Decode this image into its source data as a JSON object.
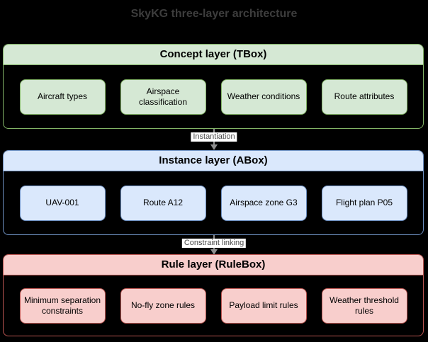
{
  "title": "SkyKG three-layer architecture",
  "layers": [
    {
      "name": "concept",
      "header": "Concept layer (TBox)",
      "fill": "#d5e8d4",
      "stroke": "#82b366",
      "boxes": [
        "Aircraft types",
        "Airspace classification",
        "Weather conditions",
        "Route attributes"
      ]
    },
    {
      "name": "instance",
      "header": "Instance layer (ABox)",
      "fill": "#dae8fc",
      "stroke": "#6c8ebf",
      "boxes": [
        "UAV-001",
        "Route A12",
        "Airspace zone G3",
        "Flight plan P05"
      ]
    },
    {
      "name": "rule",
      "header": "Rule layer (RuleBox)",
      "fill": "#f8cecc",
      "stroke": "#b85450",
      "boxes": [
        "Minimum separation constraints",
        "No-fly zone rules",
        "Payload limit rules",
        "Weather threshold rules"
      ]
    }
  ],
  "edges": [
    {
      "label": "Instantiation"
    },
    {
      "label": "Constraint linking"
    }
  ],
  "colors": {
    "background": "#000000",
    "title_text": "#3d3d3d",
    "header_text": "#000000",
    "node_text": "#000000",
    "arrow": "#8f8f8f",
    "edge_label_text": "#4a4a4a",
    "edge_label_bg": "#ffffff"
  }
}
